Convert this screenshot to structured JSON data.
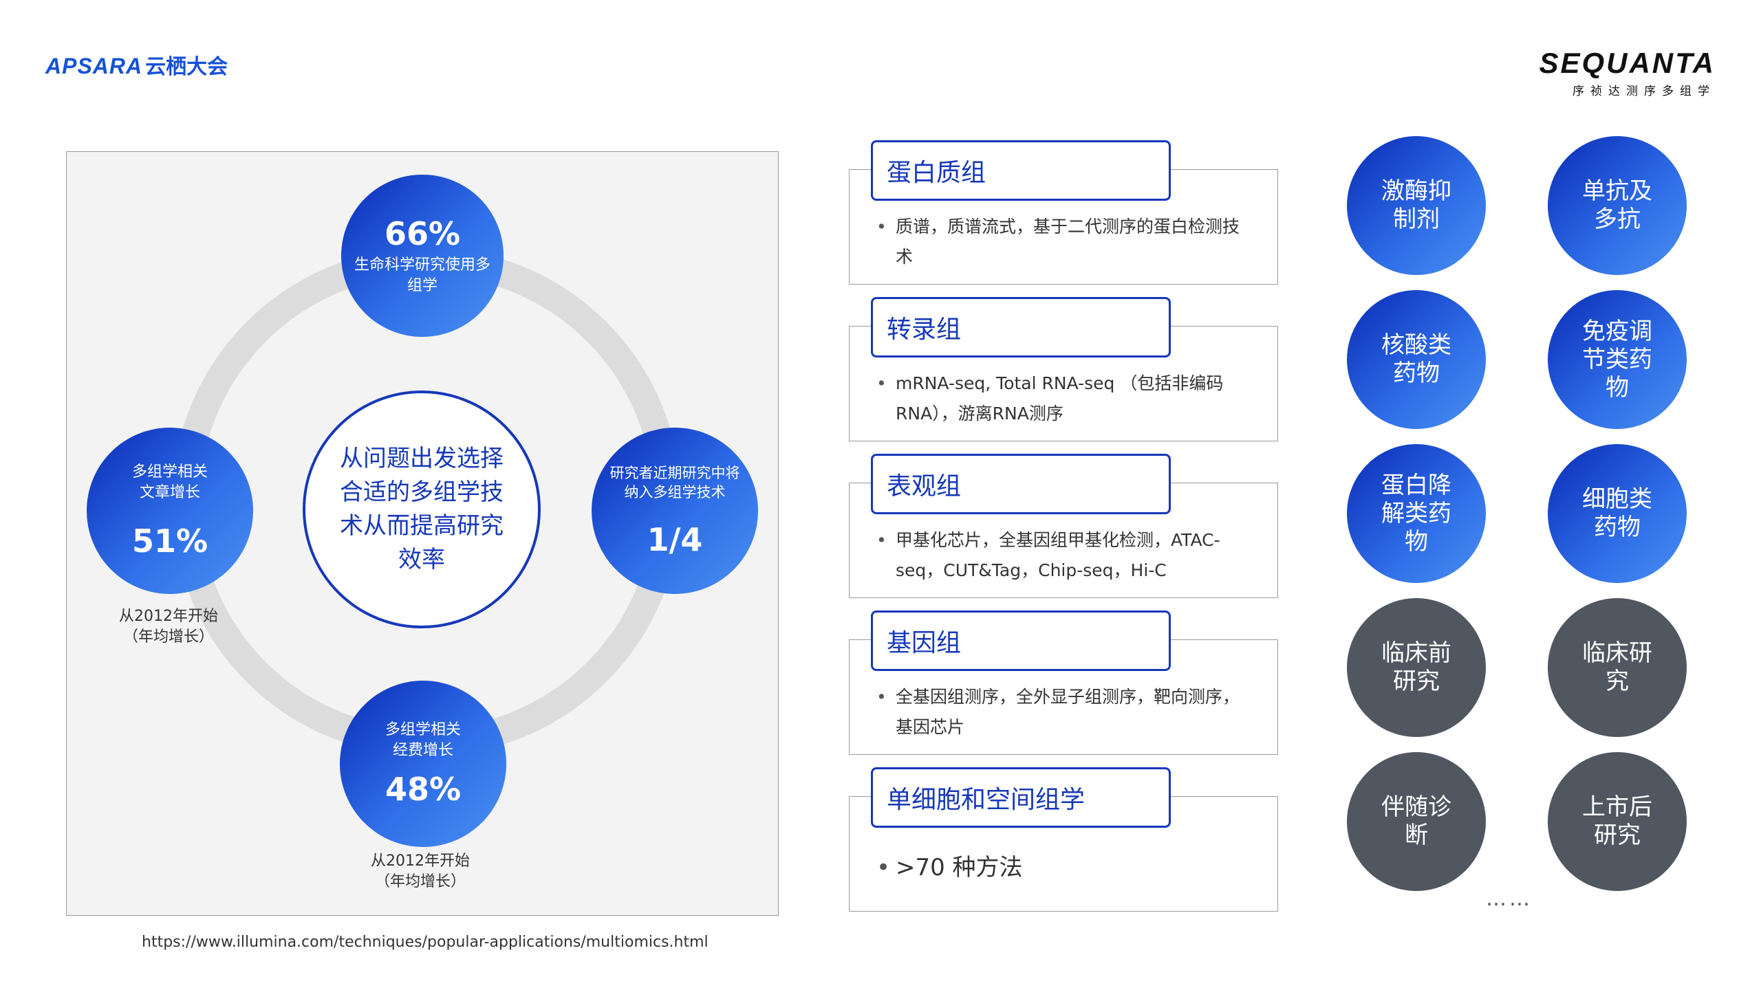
{
  "header": {
    "apsara_en": "APSARA",
    "apsara_cn": "云栖大会",
    "sequanta_en": "SEQUANTA",
    "sequanta_cn": "序祯达测序多组学"
  },
  "left_panel": {
    "center_text": "从问题出发选择合适的多组学技术从而提高研究效率",
    "top": {
      "value": "66%",
      "label": "生命科学研究使用多组学"
    },
    "left": {
      "label": "多组学相关文章增长",
      "value": "51%",
      "note_line1": "从2012年开始",
      "note_line2": "（年均增长）"
    },
    "right": {
      "label": "研究者近期研究中将纳入多组学技术",
      "value": "1/4"
    },
    "bottom": {
      "label": "多组学相关经费增长",
      "value": "48%",
      "note_line1": "从2012年开始",
      "note_line2": "（年均增长）"
    },
    "source": "https://www.illumina.com/techniques/popular-applications/multiomics.html"
  },
  "omics": [
    {
      "title": "蛋白质组",
      "desc": "质谱，质谱流式，基于二代测序的蛋白检测技术"
    },
    {
      "title": "转录组",
      "desc": "mRNA-seq, Total RNA-seq （包括非编码RNA），游离RNA测序"
    },
    {
      "title": "表观组",
      "desc": "甲基化芯片，全基因组甲基化检测，ATAC-seq，CUT&Tag，Chip-seq，Hi-C"
    },
    {
      "title": "基因组",
      "desc": "全基因组测序，全外显子组测序，靶向测序，基因芯片"
    },
    {
      "title": "单细胞和空间组学",
      "desc": ">70 种方法"
    }
  ],
  "applications": [
    "激酶抑制剂",
    "单抗及多抗",
    "核酸类药物",
    "免疫调节类药物",
    "蛋白降解类药物",
    "细胞类药物",
    "临床前研究",
    "临床研究",
    "伴随诊断",
    "上市后研究"
  ],
  "more": "……",
  "colors": {
    "brand_blue": "#1638b8",
    "gradient_light": "#4a90f0",
    "grey_circle": "#505760",
    "ring": "#dcdcdc"
  }
}
